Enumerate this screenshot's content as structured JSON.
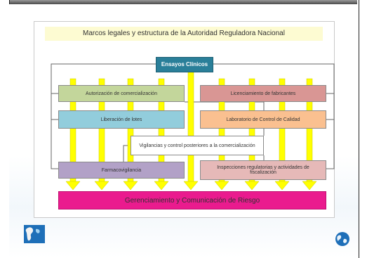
{
  "diagram": {
    "title": "Marcos legales y estructura de la Autoridad Reguladora Nacional",
    "ensayos": "Ensayos Clínicos",
    "autorizacion": "Autorización de comercialización",
    "liberacion": "Liberación de lotes",
    "farmaco": "Farmacovigilancia",
    "licenciamiento": "Licenciamiento de fabricantes",
    "laboratorio": "Laboratorio de Control de Calidad",
    "inspecciones": "Inspecciones regulatorias y actividades de fiscalización",
    "vigilancias": "Vigilancias y control posteriores a la comercialización",
    "riesgo": "Gerenciamiento y Comunicación de Riesgo"
  },
  "colors": {
    "arrow": "#ffff00",
    "accent": "#2a7f99",
    "risk": "#ea1b8e"
  },
  "icons": {
    "logo_left": "globe-americas-logo",
    "logo_right": "globe-logo"
  }
}
